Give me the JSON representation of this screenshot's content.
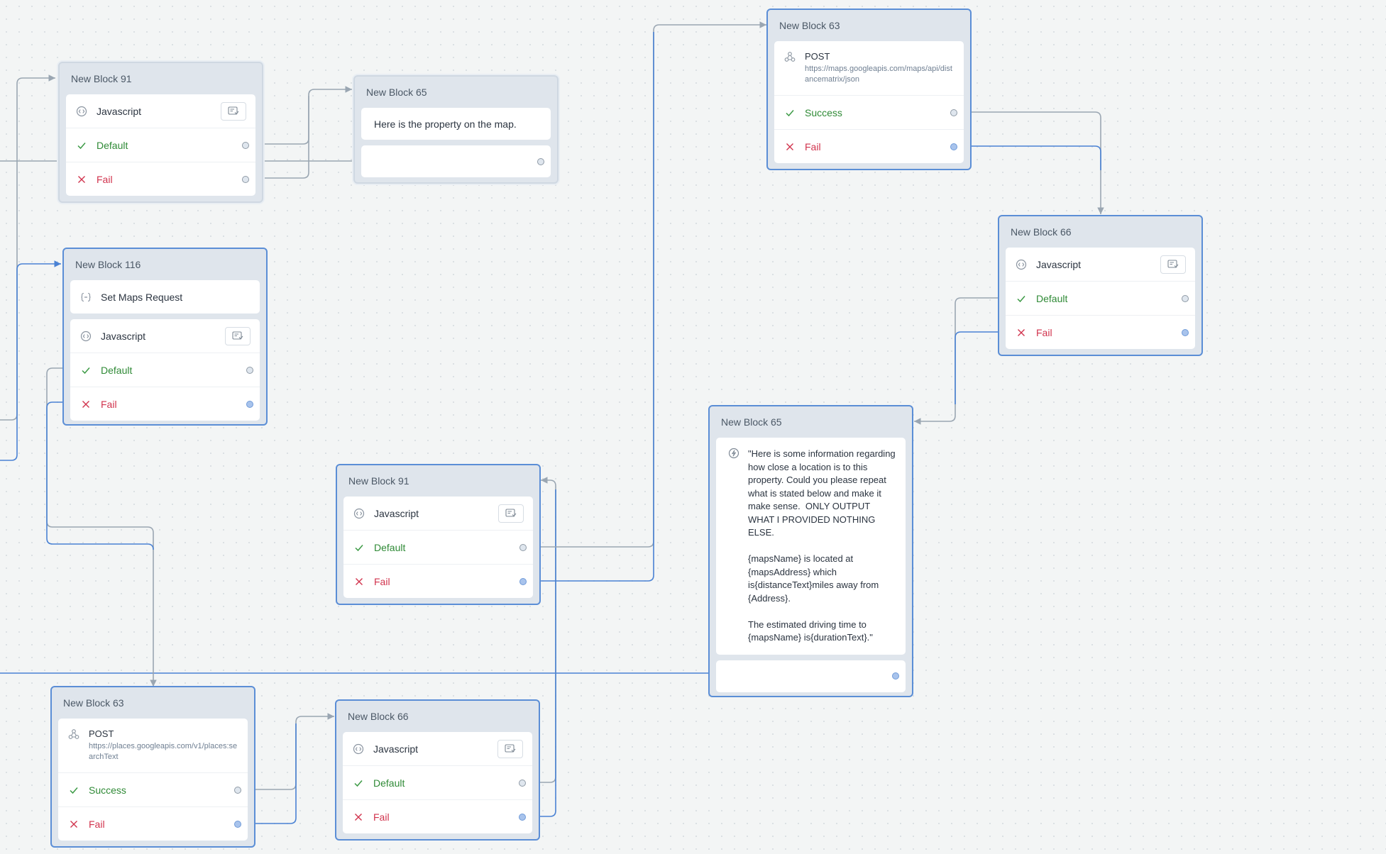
{
  "blocks": {
    "b91a": {
      "title": "New Block 91",
      "action": "Javascript",
      "default": "Default",
      "fail": "Fail"
    },
    "b65a": {
      "title": "New Block 65",
      "message": "Here is the property on the map."
    },
    "b116": {
      "title": "New Block 116",
      "set": "Set Maps Request",
      "action": "Javascript",
      "default": "Default",
      "fail": "Fail"
    },
    "b63a": {
      "title": "New Block 63",
      "method": "POST",
      "url": "https://maps.googleapis.com/maps/api/distancematrix/json",
      "success": "Success",
      "fail": "Fail"
    },
    "b66a": {
      "title": "New Block 66",
      "action": "Javascript",
      "default": "Default",
      "fail": "Fail"
    },
    "b65b": {
      "title": "New Block 65",
      "prompt": "\"Here is some information regarding how close a location is to this property. Could you please repeat what is stated below and make it make sense.  ONLY OUTPUT WHAT I PROVIDED NOTHING ELSE.\n\n{mapsName} is located at {mapsAddress} which is{distanceText}miles away from {Address}.\n\nThe estimated driving time to {mapsName} is{durationText}.\""
    },
    "b91b": {
      "title": "New Block 91",
      "action": "Javascript",
      "default": "Default",
      "fail": "Fail"
    },
    "b63b": {
      "title": "New Block 63",
      "method": "POST",
      "url": "https://places.googleapis.com/v1/places:searchText",
      "success": "Success",
      "fail": "Fail"
    },
    "b66b": {
      "title": "New Block 66",
      "action": "Javascript",
      "default": "Default",
      "fail": "Fail"
    }
  },
  "colors": {
    "canvas": "#f3f5f5",
    "block_border": "#5b8ed6",
    "link_gray": "#9aa6b2",
    "link_blue": "#4a82d4",
    "success": "#2f8a36",
    "fail": "#d1334d"
  },
  "icons": [
    "code-icon",
    "check-icon",
    "x-icon",
    "webhook-icon",
    "variable-icon",
    "prompt-icon",
    "code-editor-icon"
  ]
}
